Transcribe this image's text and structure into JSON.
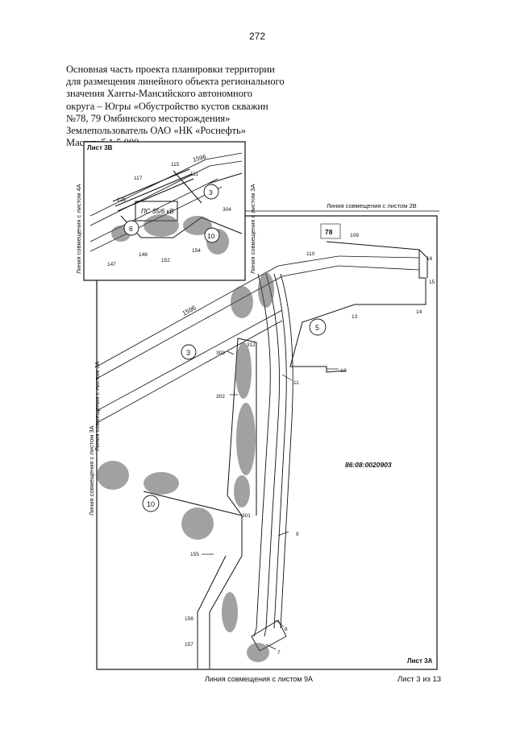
{
  "page_number": "272",
  "header": {
    "lines": [
      "Основная часть проекта планировки территории",
      "для размещения линейного объекта регионального",
      "значения Ханты-Мансийского автономного",
      "округа – Югры «Обустройство кустов скважин",
      "№78, 79 Омбинского месторождения»",
      "Землепользователь ОАО «НК «Роснефть»",
      "Масштаб 1:5 000"
    ]
  },
  "inset": {
    "sheet_label": "Лист 3В",
    "side_label": "Линия совмещения с листом 4А",
    "right_label": "Линия совмещения с листом 3А",
    "substation_label": "ПС 35/6 кВ",
    "contour_label": "1596",
    "numbers": [
      "115",
      "111",
      "117",
      "129",
      "304",
      "147",
      "148",
      "152",
      "154"
    ],
    "circles": [
      "3",
      "6",
      "10"
    ]
  },
  "main": {
    "sheet_label": "Лист 3А",
    "cadastral_number": "86:08:0020903",
    "top_match_label": "Линия совмещения с листом 2В",
    "left_match_label_1": "Линия совмещения с листом 3А",
    "left_match_label_2": "Линия совмещения с листом 3А",
    "bottom_match_label": "Линия совмещения с листом 9А",
    "contour_label": "1596",
    "well_pad": "78",
    "numbers": [
      "109",
      "110",
      "16",
      "15",
      "14",
      "13",
      "12",
      "11",
      "9",
      "8",
      "7",
      "312",
      "303",
      "302",
      "301",
      "155",
      "156",
      "157"
    ],
    "circles": [
      "3",
      "5",
      "10"
    ]
  },
  "footer": {
    "sheet_of": "Лист 3 из 13"
  }
}
